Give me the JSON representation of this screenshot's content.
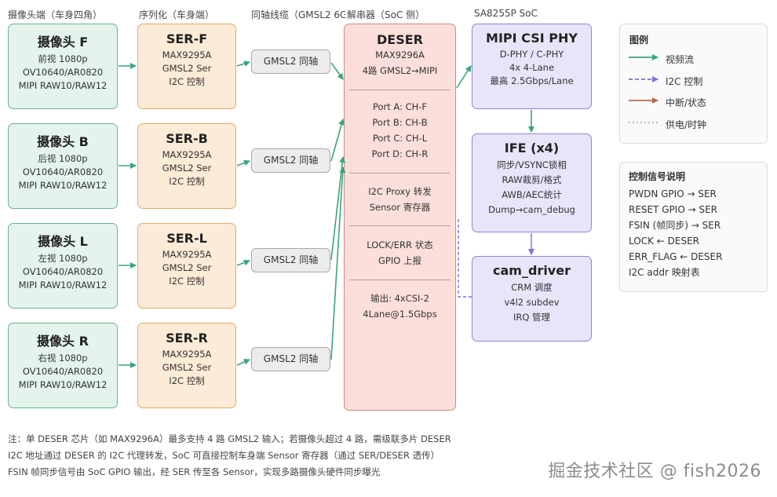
{
  "column_titles": {
    "cameras": "摄像头端（车身四角）",
    "serializers": "序列化（车身端）",
    "coax": "同轴线缆（GMSL2 6G）",
    "deser": "解串器（SoC 侧）",
    "soc": "SA8255P SoC"
  },
  "cameras": [
    {
      "title": "摄像头 F",
      "view": "前视 1080p",
      "sensor": "OV10640/AR0820",
      "format": "MIPI RAW10/RAW12"
    },
    {
      "title": "摄像头 B",
      "view": "后视 1080p",
      "sensor": "OV10640/AR0820",
      "format": "MIPI RAW10/RAW12"
    },
    {
      "title": "摄像头 L",
      "view": "左视 1080p",
      "sensor": "OV10640/AR0820",
      "format": "MIPI RAW10/RAW12"
    },
    {
      "title": "摄像头 R",
      "view": "右视 1080p",
      "sensor": "OV10640/AR0820",
      "format": "MIPI RAW10/RAW12"
    }
  ],
  "serializers": [
    {
      "title": "SER-F",
      "chip": "MAX9295A",
      "type": "GMSL2 Ser",
      "ctrl": "I2C 控制"
    },
    {
      "title": "SER-B",
      "chip": "MAX9295A",
      "type": "GMSL2 Ser",
      "ctrl": "I2C 控制"
    },
    {
      "title": "SER-L",
      "chip": "MAX9295A",
      "type": "GMSL2 Ser",
      "ctrl": "I2C 控制"
    },
    {
      "title": "SER-R",
      "chip": "MAX9295A",
      "type": "GMSL2 Ser",
      "ctrl": "I2C 控制"
    }
  ],
  "coax": [
    "GMSL2 同轴",
    "GMSL2 同轴",
    "GMSL2 同轴",
    "GMSL2 同轴"
  ],
  "deser": {
    "title": "DESER",
    "chip": "MAX9296A",
    "desc": "4路 GMSL2→MIPI",
    "ports": [
      "Port A: CH-F",
      "Port B: CH-B",
      "Port C: CH-L",
      "Port D: CH-R"
    ],
    "proxy": [
      "I2C Proxy 转发",
      "Sensor 寄存器"
    ],
    "status": [
      "LOCK/ERR 状态",
      "GPIO 上报"
    ],
    "output": [
      "输出: 4xCSI-2",
      "4Lane@1.5Gbps"
    ]
  },
  "csi_phy": {
    "title": "MIPI CSI PHY",
    "lines": [
      "D-PHY / C-PHY",
      "4x 4-Lane",
      "最高 2.5Gbps/Lane"
    ]
  },
  "ife": {
    "title": "IFE (x4)",
    "lines": [
      "同步/VSYNC锁相",
      "RAW裁剪/格式",
      "AWB/AEC统计",
      "Dump→cam_debug"
    ]
  },
  "cam_driver": {
    "title": "cam_driver",
    "lines": [
      "CRM 调度",
      "v4l2 subdev",
      "IRQ 管理"
    ]
  },
  "legend": {
    "title": "图例",
    "items": [
      {
        "label": "视频流",
        "color": "#3aa57a"
      },
      {
        "label": "I2C 控制",
        "color": "#7e6fd0"
      },
      {
        "label": "中断/状态",
        "color": "#b76a4c"
      },
      {
        "label": "供电/时钟",
        "color": "#b3b3b3"
      }
    ]
  },
  "control_signals": {
    "title": "控制信号说明",
    "items": [
      "PWDN GPIO → SER",
      "RESET GPIO → SER",
      "FSIN (帧同步) → SER",
      "LOCK ← DESER",
      "ERR_FLAG ← DESER",
      "I2C addr 映射表"
    ]
  },
  "notes": [
    "注：单 DESER 芯片（如 MAX9296A）最多支持 4 路 GMSL2 输入；若摄像头超过 4 路，需级联多片 DESER",
    "I2C 地址通过 DESER 的 I2C 代理转发，SoC 可直接控制车身端 Sensor 寄存器（通过 SER/DESER 透传）",
    "FSIN 帧同步信号由 SoC GPIO 输出，经 SER 传至各 Sensor，实现多路摄像头硬件同步曝光"
  ],
  "watermark": "掘金技术社区 @ fish2026",
  "colors": {
    "video": "#3aa57a",
    "i2c": "#7e6fd0",
    "irq": "#b76a4c",
    "power": "#b3b3b3"
  }
}
